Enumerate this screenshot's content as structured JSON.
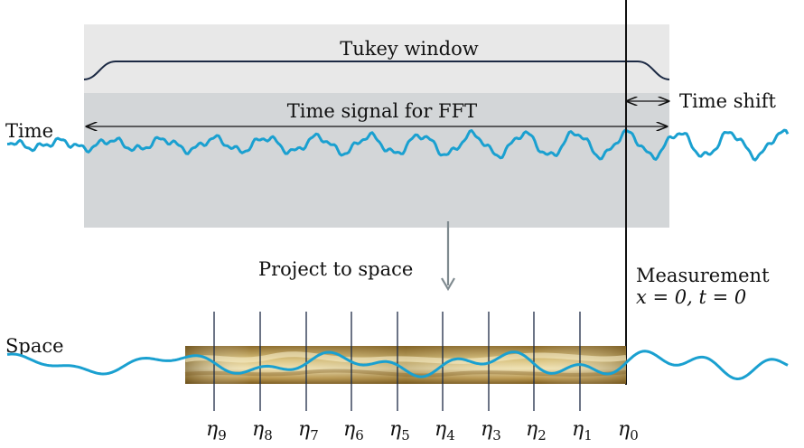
{
  "labels": {
    "tukey_window": "Tukey window",
    "time_signal": "Time signal for FFT",
    "time_shift": "Time shift",
    "time": "Time",
    "space": "Space",
    "project": "Project to space",
    "measurement": "Measurement",
    "measurement_coords": "x = 0, t = 0"
  },
  "eta_labels": [
    {
      "base": "η",
      "sub": "9"
    },
    {
      "base": "η",
      "sub": "8"
    },
    {
      "base": "η",
      "sub": "7"
    },
    {
      "base": "η",
      "sub": "6"
    },
    {
      "base": "η",
      "sub": "5"
    },
    {
      "base": "η",
      "sub": "4"
    },
    {
      "base": "η",
      "sub": "3"
    },
    {
      "base": "η",
      "sub": "2"
    },
    {
      "base": "η",
      "sub": "1"
    },
    {
      "base": "η",
      "sub": "0"
    }
  ],
  "colors": {
    "panel": "#e8e8e8",
    "panel_inner": "#d4d6d8",
    "window_curve": "#1c2a44",
    "signal": "#1aa0d0",
    "arrow_gray": "#7f8a8f",
    "surface_dark": "#8a6a28",
    "surface_light": "#e8d6a0"
  }
}
